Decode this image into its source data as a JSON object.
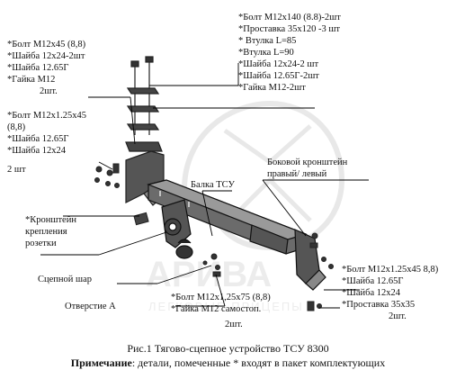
{
  "labels": {
    "top_right": [
      "*Болт М12х140 (8.8)-2шт",
      "*Проставка 35х120 -3 шт",
      "* Втулка L=85",
      "*Втулка  L=90",
      "*Шайба 12х24-2 шт",
      "*Шайба 12.65Г-2шт",
      "*Гайка М12-2шт"
    ],
    "top_left": [
      "*Болт М12х45 (8,8)",
      "*Шайба 12х24-2шт",
      "*Шайба 12.65Г",
      "*Гайка М12",
      "2шт."
    ],
    "mid_left": [
      "*Болт М12х1.25х45",
      "(8,8)",
      "*Шайба 12.65Г",
      "*Шайба 12х24",
      "2 шт"
    ],
    "bracket_side": [
      "Боковой кронштейн",
      "правый/ левый"
    ],
    "beam": "Балка ТСУ",
    "socket_bracket": [
      "*Кронштейн",
      "крепления",
      "розетки"
    ],
    "ball": "Сцепной шар",
    "hole": "Отверстие А",
    "bottom_center": [
      "*Болт М12х1,25х75 (8,8)",
      "*Гайка М12 самостоп.",
      "2шт."
    ],
    "bottom_right": [
      "*Болт М12х1.25х45 8,8)",
      "*Шайба 12.65Г",
      "*Шайба 12х24",
      "*Проставка 35х35",
      "2шт."
    ]
  },
  "watermark": {
    "text": "АРИВА",
    "subtext": "ЛЕГКОВЫЕ ПРИЦЕПЫ"
  },
  "caption": "Рис.1 Тягово-сцепное устройство ТСУ 8300",
  "note": {
    "label": "Примечание",
    "text": ": детали, помеченные * входят в пакет комплектующих"
  }
}
